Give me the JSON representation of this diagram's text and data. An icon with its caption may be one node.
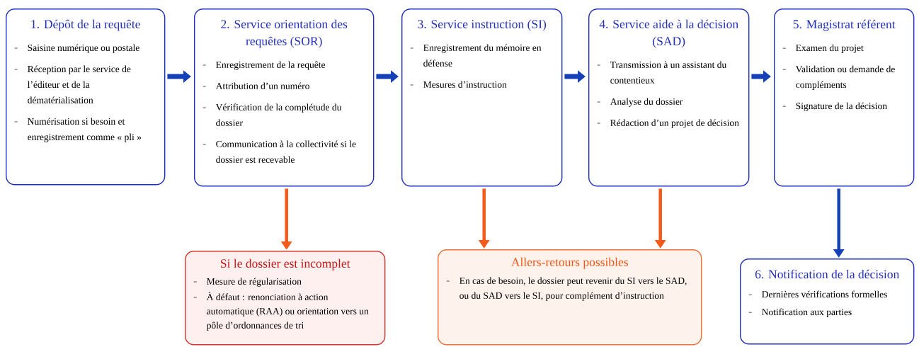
{
  "diagram": {
    "nodes": [
      {
        "text": [
          "1. Dépôt de la requête",
          "Saisine numérique ou postale",
          "Réception par le service de l’éditeur et de la dématérialisation",
          "Numérisation si besoin et enregistrement comme « pli »"
        ]
      },
      {
        "text": [
          "2. Service orientation des requêtes (SOR)",
          "Enregistrement de la requête",
          "Attribution d’un numéro",
          "Vérification de la complétude du dossier",
          "Communication à la collectivité si le dossier est recevable"
        ]
      },
      {
        "text": [
          "3. Service instruction (SI)",
          "Enregistrement du mémoire en défense",
          "Mesures d’instruction"
        ]
      },
      {
        "text": [
          "4. Service aide à la décision (SAD)",
          "Transmission à un assistant du contentieux",
          "Analyse du dossier",
          "Rédaction d’un projet de décision"
        ]
      },
      {
        "text": [
          "5. Magistrat référent",
          "Examen du projet",
          "Validation ou demande de compléments",
          "Signature de la décision"
        ]
      },
      {
        "text": [
          "Si le dossier est incomplet",
          "Mesure de régularisation",
          "À défaut : renonciation à action automatique (RAA) ou orientation vers un pôle d’ordonnances de tri"
        ]
      },
      {
        "text": [
          "Allers-retours possibles",
          "En cas de besoin, le dossier peut revenir du SI vers le SAD, ou du SAD vers le SI, pour complément d’instruction"
        ]
      },
      {
        "text": [
          "6. Notification de la décision",
          "Dernières vérifications formelles",
          "Notification aux parties"
        ]
      }
    ],
    "edges": [
      {
        "from": 0,
        "to": 1,
        "arrow": "to"
      },
      {
        "from": 1,
        "to": 2,
        "arrow": "to"
      },
      {
        "from": 2,
        "to": 3,
        "arrow": "to"
      },
      {
        "from": 3,
        "to": 4,
        "arrow": "to"
      },
      {
        "from": 1,
        "to": 5,
        "arrow": "to",
        "color": "#f45a1a"
      },
      {
        "from": 2,
        "to": 6,
        "arrow": "to",
        "color": "#f45a1a"
      },
      {
        "from": 3,
        "to": 6,
        "arrow": "to",
        "color": "#f45a1a"
      },
      {
        "from": 4,
        "to": 7,
        "arrow": "to"
      }
    ]
  }
}
